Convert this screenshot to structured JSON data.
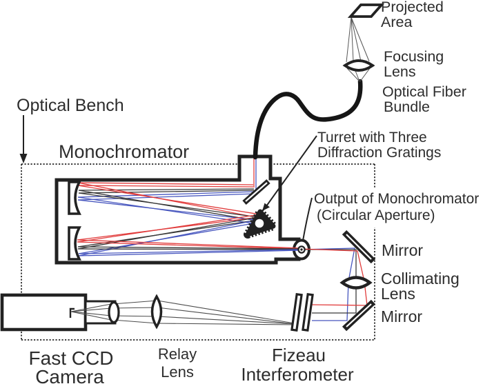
{
  "diagram": {
    "components": {
      "optical_bench": "Optical Bench",
      "monochromator": "Monochromator",
      "turret": [
        "Turret with Three",
        "Diffraction Gratings"
      ],
      "output": [
        "Output of Monochromator",
        "(Circular Aperture)"
      ],
      "mirror_upper": "Mirror",
      "collimating_lens": [
        "Collimating",
        "Lens"
      ],
      "mirror_lower": "Mirror",
      "projected_area": [
        "Projected",
        "Area"
      ],
      "focusing_lens": [
        "Focusing",
        "Lens"
      ],
      "optical_fiber_bundle": [
        "Optical Fiber",
        "Bundle"
      ],
      "fast_ccd_camera": [
        "Fast CCD",
        "Camera"
      ],
      "relay_lens": [
        "Relay",
        "Lens"
      ],
      "fizeau_interferometer": [
        "Fizeau",
        "Interferometer"
      ]
    },
    "colors": {
      "ray_red": "#e13c3c",
      "ray_blue": "#4655be",
      "ray_dark": "#383838",
      "outline": "#222222",
      "text": "#2d2d2d"
    }
  }
}
